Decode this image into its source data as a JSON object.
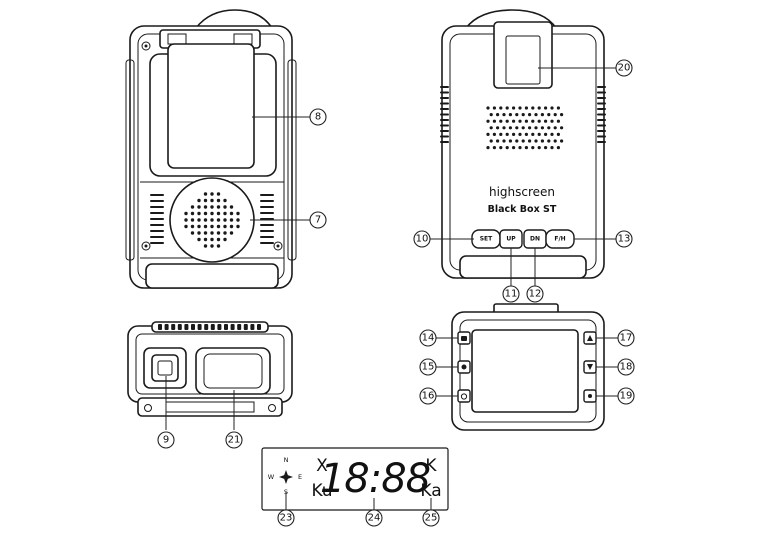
{
  "front_panel": {
    "brand": "highscreen",
    "model": "Black Box ST",
    "buttons": {
      "set": "SET",
      "up": "UP",
      "dn": "DN",
      "fn": "F/H"
    }
  },
  "lcd": {
    "compass": {
      "n": "N",
      "w": "W",
      "e": "E",
      "s": "S"
    },
    "band_x": "X",
    "band_ku": "Ku",
    "band_k": "K",
    "band_ka": "Ka",
    "digits": "18:88"
  },
  "callouts": {
    "c7": "7",
    "c8": "8",
    "c9": "9",
    "c10": "10",
    "c11": "11",
    "c12": "12",
    "c13": "13",
    "c14": "14",
    "c15": "15",
    "c16": "16",
    "c17": "17",
    "c18": "18",
    "c19": "19",
    "c20": "20",
    "c21": "21",
    "c23": "23",
    "c24": "24",
    "c25": "25"
  },
  "icons": {
    "side_buttons": [
      "camera-icon",
      "gear-icon",
      "power-icon",
      "triangle-up-icon",
      "triangle-down-icon",
      "record-icon"
    ]
  }
}
